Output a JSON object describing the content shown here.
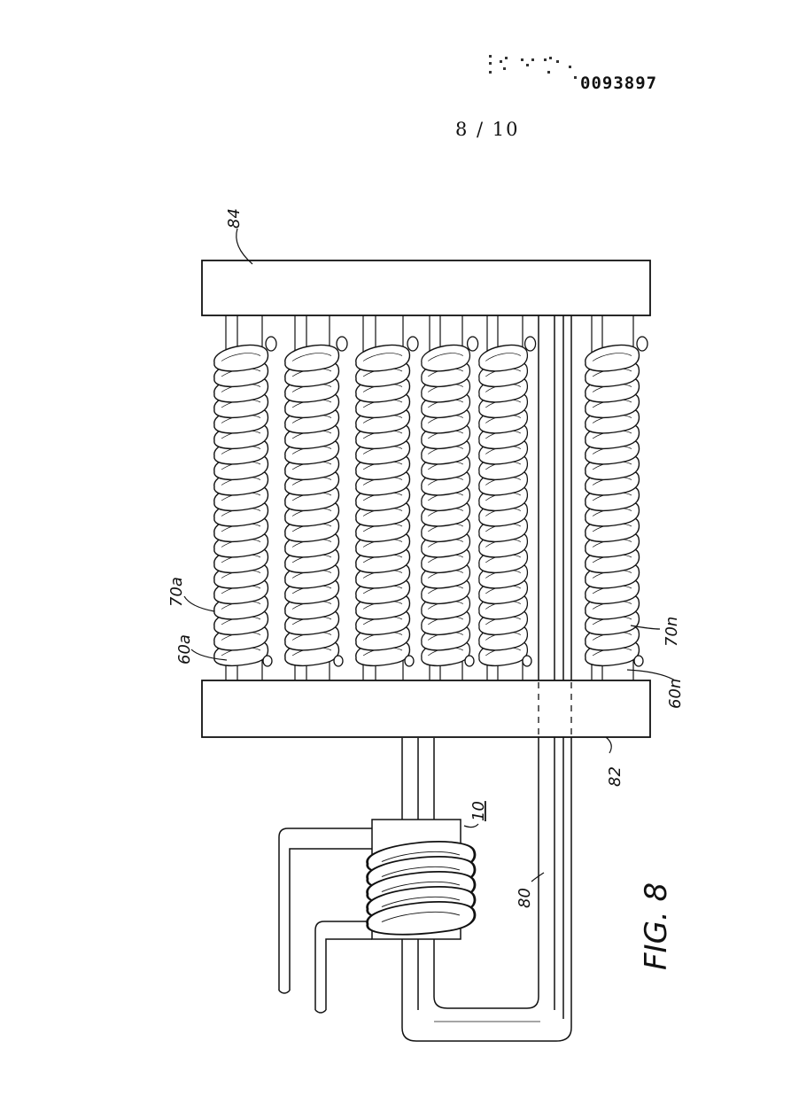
{
  "header": {
    "publication_number": "0093897",
    "sheet_number": "8 / 10"
  },
  "figure": {
    "caption": "FIG. 8",
    "ref_labels": {
      "plate_top": "84",
      "plate_bottom": "82",
      "coil_first": "70a",
      "tube_first": "60a",
      "coil_last": "70n",
      "tube_last": "60n",
      "pump": "10",
      "return_tube": "80"
    }
  }
}
